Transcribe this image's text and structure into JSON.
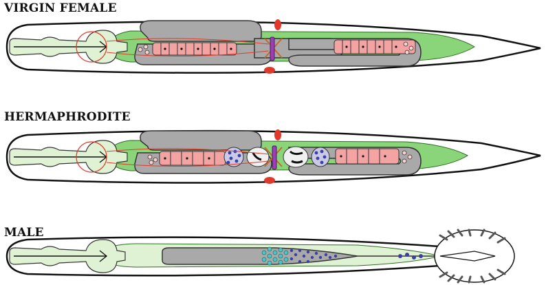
{
  "panels": [
    {
      "key": "virgin_female",
      "label": "VIRGIN FEMALE"
    },
    {
      "key": "hermaphrodite",
      "label": "HERMAPHRODITE"
    },
    {
      "key": "male",
      "label": "MALE"
    }
  ],
  "colors": {
    "outline": "#111111",
    "pharynx": "#dff2d4",
    "intestine": "#8ad47a",
    "gonad": "#a9a9a9",
    "oocyte": "#f4a3a3",
    "sperm": "#3b3fa0",
    "male_germ": "#4fc4c4",
    "nerve": "#e0392b",
    "vulva": "#9b3fb5",
    "body": "#ffffff"
  }
}
